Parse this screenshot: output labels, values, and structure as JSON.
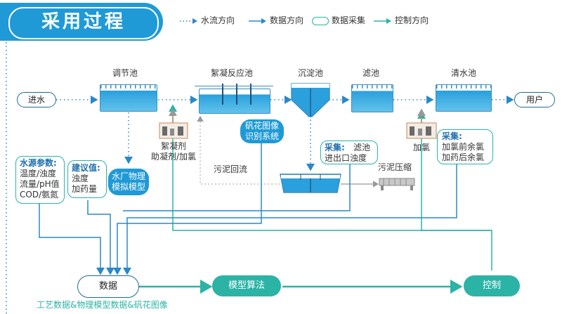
{
  "header": {
    "title": "采用过程"
  },
  "legend": {
    "water_flow": "水流方向",
    "data_flow": "数据方向",
    "data_collect": "数据采集",
    "control_flow": "控制方向"
  },
  "terminals": {
    "inlet": "进水",
    "user": "用户"
  },
  "tanks": {
    "regulating": "调节池",
    "flocculation": "絮凝反应池",
    "sedimentation": "沉淀池",
    "filter": "滤池",
    "clear_water": "清水池"
  },
  "dosing": {
    "coagulant_line1": "絮凝剂",
    "coagulant_line2": "助凝剂/加氯",
    "chlorine": "加氯"
  },
  "floc_image": {
    "line1": "矾花图像",
    "line2": "识别系统"
  },
  "collect_filter": {
    "label": "采集:",
    "line1": "滤池",
    "line2": "进出口浊度"
  },
  "collect_chlorine": {
    "label": "采集:",
    "line1": "加氯前余氯",
    "line2": "加药后余氯"
  },
  "sludge": {
    "return": "污泥回流",
    "press": "污泥压缩"
  },
  "water_source": {
    "label": "水源参数:",
    "line1": "温度/浊度",
    "line2": "流量/pH值",
    "line3": "COD/氨氮"
  },
  "suggest": {
    "label": "建议值:",
    "line1": "浊度",
    "line2": "加药量"
  },
  "plant_model": {
    "line1": "水厂物理",
    "line2": "模拟模型"
  },
  "bottom": {
    "data": "数据",
    "model": "模型算法",
    "control": "控制",
    "caption": "工艺数据&物理模型数据&矾花图像"
  },
  "colors": {
    "brand_blue": "#1f9ad6",
    "teal": "#2bb3a6",
    "dark_blue": "#1f6fae"
  }
}
